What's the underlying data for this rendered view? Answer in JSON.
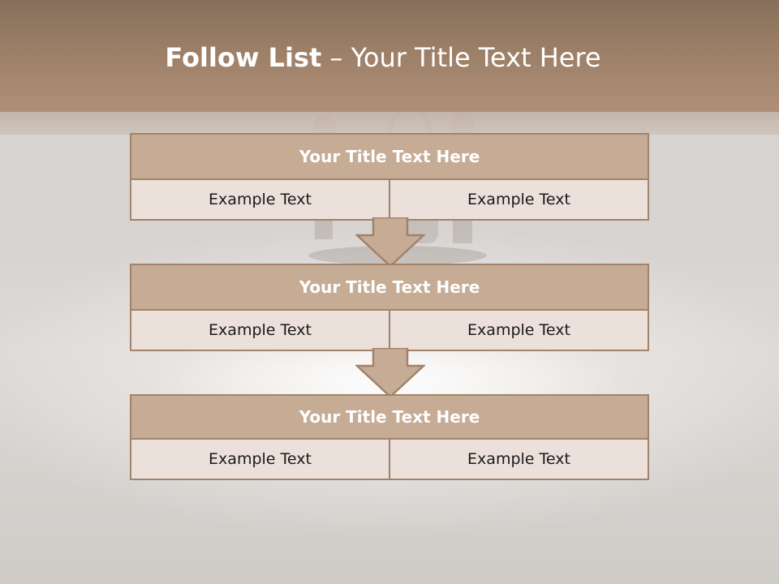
{
  "slide": {
    "title_strong": "Follow List",
    "title_separator": " – ",
    "title_rest": "Your Title Text Here"
  },
  "blocks": [
    {
      "title": "Your Title Text Here",
      "cells": [
        "Example Text",
        "Example Text"
      ]
    },
    {
      "title": "Your Title Text Here",
      "cells": [
        "Example Text",
        "Example Text"
      ]
    },
    {
      "title": "Your Title Text Here",
      "cells": [
        "Example Text",
        "Example Text"
      ]
    }
  ],
  "colors": {
    "header_band": "#9c7f67",
    "block_title_fill": "#c6ab95",
    "block_border": "#a2826a",
    "cell_fill": "#ece0da",
    "arrow_fill": "#c6ab95"
  }
}
